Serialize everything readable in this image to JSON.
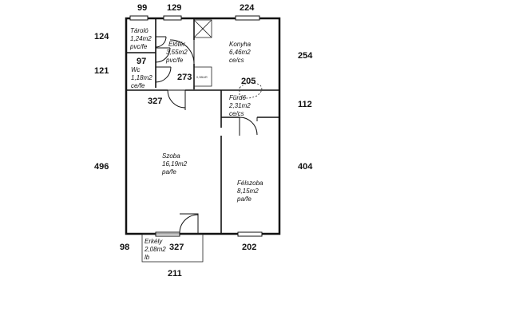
{
  "dimensions": {
    "top_storage": "99",
    "top_hall": "129",
    "top_kitchen": "224",
    "left_storage": "124",
    "left_wc": "121",
    "right_kitchen": "254",
    "wc_width": "97",
    "hall_depth": "273",
    "pantry_width": "205",
    "room_width": "327",
    "right_pantry": "112",
    "left_room": "496",
    "right_halfroom": "404",
    "balcony_depth": "98",
    "bottom_room": "327",
    "bottom_halfroom": "202",
    "balcony_width": "211"
  },
  "rooms": {
    "storage": {
      "name": "Tároló",
      "area": "1,24m2",
      "floor": "pvc/fe"
    },
    "hall": {
      "name": "Előtér",
      "area": "3,55m2",
      "floor": "pvc/fe"
    },
    "kitchen": {
      "name": "Konyha",
      "area": "6,46m2",
      "floor": "ce/cs"
    },
    "wc": {
      "name": "Wc",
      "area": "1,18m2",
      "floor": "ce/fe"
    },
    "bath": {
      "name": "Fürdő",
      "area": "2,31m2",
      "floor": "ce/cs"
    },
    "living": {
      "name": "Szoba",
      "area": "16,19m2",
      "floor": "pa/fe"
    },
    "halfroom": {
      "name": "Félszoba",
      "area": "8,15m2",
      "floor": "pa/fe"
    },
    "balcony": {
      "name": "Erkély",
      "area": "2,08m2",
      "floor": "lb"
    }
  },
  "fixtures": {
    "meter_box_label": "0,5BAR"
  }
}
